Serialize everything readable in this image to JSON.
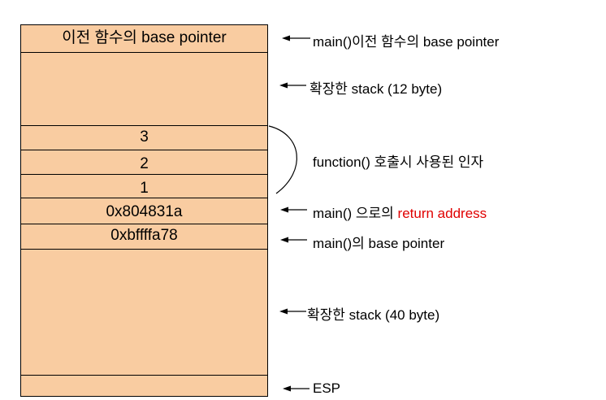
{
  "stack_cells": {
    "prev_base_pointer": "이전 함수의 base pointer",
    "arg3": "3",
    "arg2": "2",
    "arg1": "1",
    "return_address": "0x804831a",
    "saved_base_pointer": "0xbffffa78"
  },
  "annotations": {
    "main_prev_base_pointer": "main()이전 함수의 base pointer",
    "expanded_stack_12": "확장한 stack (12 byte)",
    "function_args": "function() 호출시 사용된 인자",
    "return_prefix": "main() 으로의 ",
    "return_highlight": "return address",
    "main_base_pointer": "main()의 base pointer",
    "expanded_stack_40": "확장한 stack (40 byte)",
    "esp": "ESP"
  },
  "colors": {
    "stack_fill": "#f9cca1",
    "highlight": "#e00000"
  }
}
